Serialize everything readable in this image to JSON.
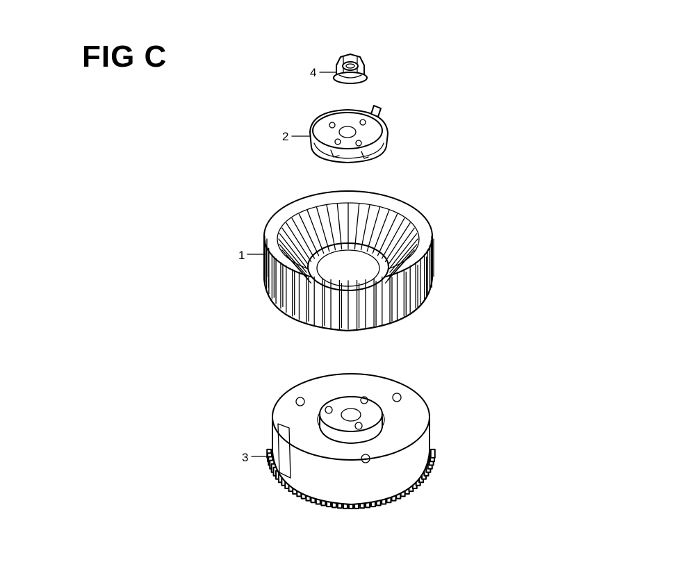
{
  "figure": {
    "title": "FIG C"
  },
  "callouts": [
    {
      "id": "4",
      "label": "4",
      "part": "flange-nut"
    },
    {
      "id": "2",
      "label": "2",
      "part": "starter-pulley"
    },
    {
      "id": "1",
      "label": "1",
      "part": "cooling-fan"
    },
    {
      "id": "3",
      "label": "3",
      "part": "flywheel"
    }
  ]
}
